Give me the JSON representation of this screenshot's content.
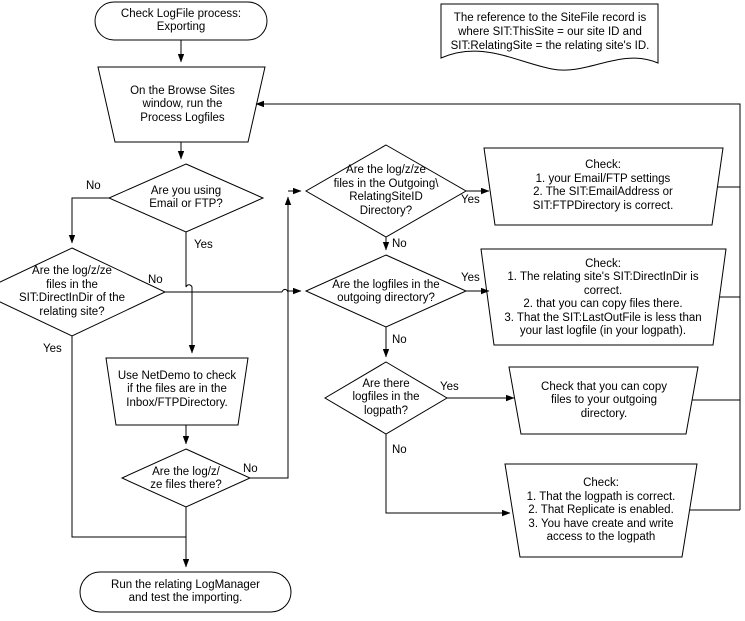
{
  "diagram": {
    "title": "Check LogFile process: Exporting",
    "type": "flowchart",
    "stroke_color": "#000000",
    "fill_color": "#ffffff",
    "background": "#ffffff"
  },
  "note": {
    "text": "The reference to the SiteFile record is where SIT:ThisSite = our site ID and SIT:RelatingSite = the relating site's ID."
  },
  "nodes": {
    "start": {
      "shape": "terminator",
      "text": "Check LogFile process:\nExporting"
    },
    "browse_sites": {
      "shape": "trapezoid",
      "text": "On the Browse Sites\nwindow, run the\nProcess Logfiles"
    },
    "d_email_ftp": {
      "shape": "diamond",
      "text": "Are you using\nEmail or FTP?"
    },
    "d_directindir": {
      "shape": "diamond",
      "text": "Are the log/z/ze\nfiles in the\nSIT:DirectInDir of the\nrelating site?"
    },
    "netdemo": {
      "shape": "trapezoid",
      "text": "Use NetDemo to check\nif the files are in the\nInbox/FTPDirectory."
    },
    "d_files_there": {
      "shape": "diamond",
      "text": "Are the log/z/\nze files there?"
    },
    "d_outgoing_relating": {
      "shape": "diamond",
      "text": "Are the log/z/ze\nfiles in the Outgoing\\\nRelatingSiteID\nDirectory?"
    },
    "d_outgoing_dir": {
      "shape": "diamond",
      "text": "Are the logfiles in the\noutgoing directory?"
    },
    "d_logpath": {
      "shape": "diamond",
      "text": "Are there\nlogfiles in the\nlogpath?"
    },
    "check_emailftp": {
      "shape": "trapezoid",
      "text": "Check:\n1. your Email/FTP settings\n2. The SIT:EmailAddress or\nSIT:FTPDirectory is correct."
    },
    "check_relating": {
      "shape": "trapezoid",
      "text": "Check:\n1. The relating site's SIT:DirectInDir is\ncorrect.\n2. that you can copy files there.\n3. That the SIT:LastOutFile is less than\nyour last logfile (in your logpath)."
    },
    "check_copy_outgoing": {
      "shape": "trapezoid",
      "text": "Check that you can copy\nfiles to your outgoing\ndirectory."
    },
    "check_logpath": {
      "shape": "trapezoid",
      "text": "Check:\n1. That the logpath is correct.\n2. That Replicate is enabled.\n3. You have create and write\naccess to the logpath"
    },
    "end": {
      "shape": "terminator",
      "text": "Run the relating LogManager\nand test the importing."
    }
  },
  "edge_labels": {
    "email_ftp_no": "No",
    "email_ftp_yes": "Yes",
    "directindir_no": "No",
    "directindir_yes": "Yes",
    "files_there_no": "No",
    "outgoing_relating_yes": "Yes",
    "outgoing_relating_no": "No",
    "outgoing_dir_yes": "Yes",
    "outgoing_dir_no": "No",
    "logpath_yes": "Yes",
    "logpath_no": "No"
  }
}
